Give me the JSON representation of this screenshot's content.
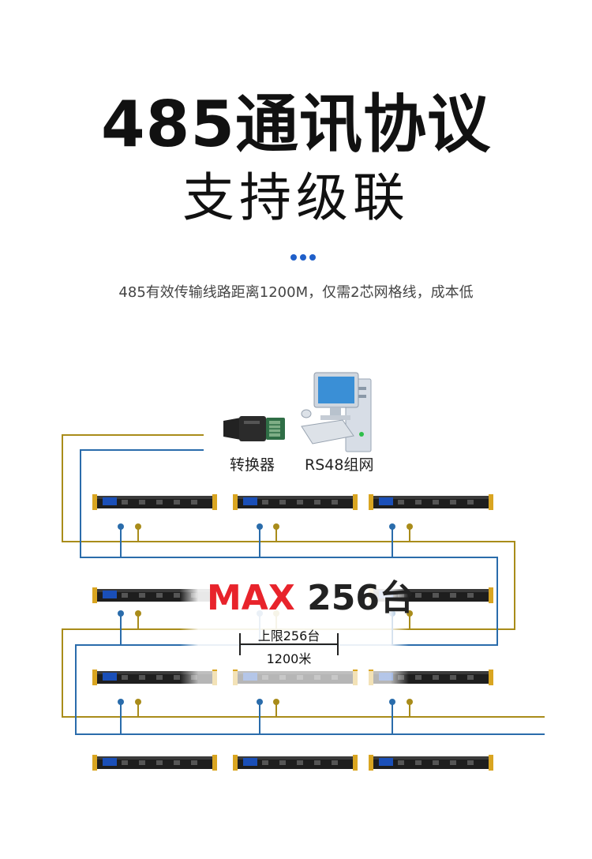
{
  "title": {
    "line1": "485通讯协议",
    "line2": "支持级联"
  },
  "subtitle": "485有效传输线路距离1200M，仅需2芯网格线，成本低",
  "labels": {
    "converter": "转换器",
    "network": "RS48组网"
  },
  "max": {
    "prefix": "MAX",
    "value": "256台"
  },
  "limit": {
    "count": "上限256台",
    "distance": "1200米"
  },
  "colors": {
    "gold": "#a98c1a",
    "blue": "#2a6cab",
    "accent": "#e8232b",
    "dot": "#1f5fc9"
  }
}
